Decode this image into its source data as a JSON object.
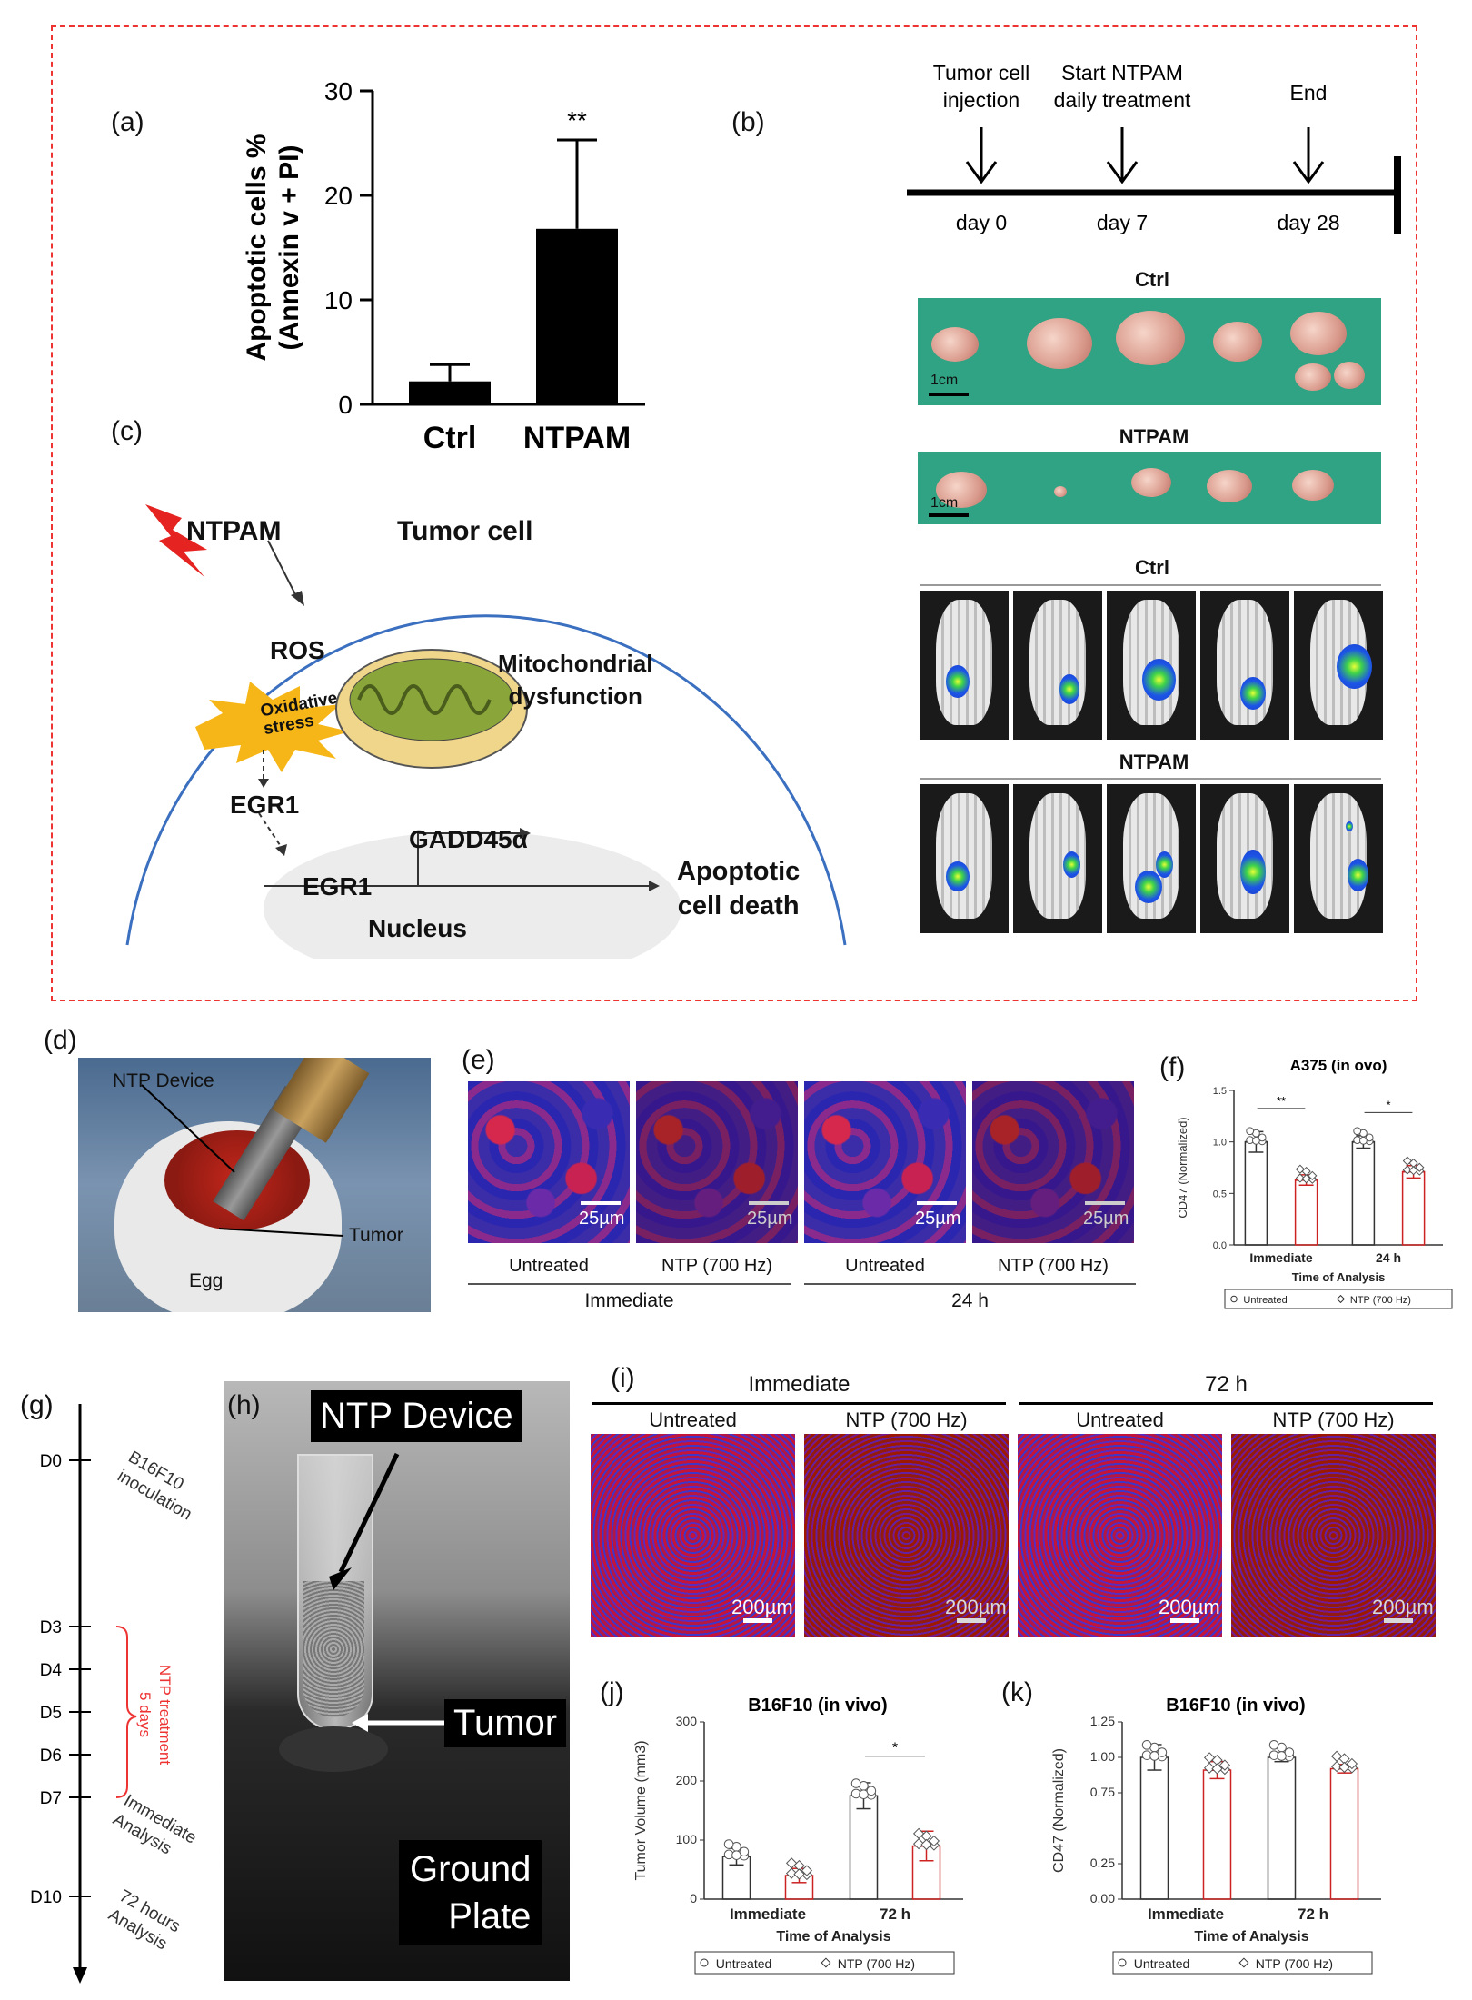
{
  "panels": {
    "a": "(a)",
    "b": "(b)",
    "c": "(c)",
    "d": "(d)",
    "e": "(e)",
    "f": "(f)",
    "g": "(g)",
    "h": "(h)",
    "i": "(i)",
    "j": "(j)",
    "k": "(k)"
  },
  "chart_data": [
    {
      "id": "a",
      "type": "bar",
      "categories": [
        "Ctrl",
        "NTPAM"
      ],
      "values": [
        2.2,
        16.8
      ],
      "errors": [
        1.6,
        8.5
      ],
      "ylabel": "Apoptotic cells %\n(Annexin v + PI)",
      "ylim": [
        0,
        30
      ],
      "yticks": [
        "0",
        "10",
        "20",
        "30"
      ],
      "annotations": [
        "**"
      ],
      "colors": [
        "#000000"
      ]
    },
    {
      "id": "f",
      "type": "bar",
      "title": "A375 (in ovo)",
      "categories": [
        "Immediate",
        "24 h"
      ],
      "series": [
        {
          "name": "Untreated",
          "values": [
            1.0,
            1.0
          ],
          "errors": [
            0.1,
            0.06
          ]
        },
        {
          "name": "NTP (700 Hz)",
          "values": [
            0.63,
            0.71
          ],
          "errors": [
            0.05,
            0.06
          ]
        }
      ],
      "ylabel": "CD47 (Normalized)",
      "xlabel": "Time of Analysis",
      "ylim": [
        0,
        1.5
      ],
      "yticks": [
        "0.0",
        "0.5",
        "1.0",
        "1.5"
      ],
      "annotations": [
        "**",
        "*"
      ]
    },
    {
      "id": "j",
      "type": "bar",
      "title": "B16F10 (in vivo)",
      "categories": [
        "Immediate",
        "72 h"
      ],
      "series": [
        {
          "name": "Untreated",
          "values": [
            72,
            175
          ],
          "errors": [
            14,
            22
          ]
        },
        {
          "name": "NTP (700 Hz)",
          "values": [
            40,
            90
          ],
          "errors": [
            12,
            25
          ]
        }
      ],
      "ylabel": "Tumor Volume (mm3)",
      "xlabel": "Time of Analysis",
      "ylim": [
        0,
        300
      ],
      "yticks": [
        "0",
        "100",
        "200",
        "300"
      ],
      "annotations": [
        "*"
      ]
    },
    {
      "id": "k",
      "type": "bar",
      "title": "B16F10 (in vivo)",
      "categories": [
        "Immediate",
        "72 h"
      ],
      "series": [
        {
          "name": "Untreated",
          "values": [
            1.0,
            1.0
          ],
          "errors": [
            0.09,
            0.03
          ]
        },
        {
          "name": "NTP (700 Hz)",
          "values": [
            0.91,
            0.92
          ],
          "errors": [
            0.06,
            0.03
          ]
        }
      ],
      "ylabel": "CD47 (Normalized)",
      "xlabel": "Time of Analysis",
      "ylim": [
        0,
        1.25
      ],
      "yticks": [
        "0.00",
        "0.25",
        "0.75",
        "1.00",
        "1.25"
      ]
    }
  ],
  "timeline_b": {
    "labels": [
      "Tumor cell\ninjection",
      "Start NTPAM\ndaily treatment",
      "End"
    ],
    "days": [
      "day 0",
      "day 7",
      "day 28"
    ]
  },
  "photos_b": {
    "ctrl": "Ctrl",
    "ntpam": "NTPAM",
    "scale": "1cm"
  },
  "diagram_c": {
    "ntpam": "NTPAM",
    "tumor_cell": "Tumor cell",
    "ros": "ROS",
    "oxidative": "Oxidative\nstress",
    "mito": "Mitochondrial\ndysfunction",
    "egr1a": "EGR1",
    "egr1b": "EGR1",
    "gadd": "GADD45α",
    "nucleus": "Nucleus",
    "apoptotic": "Apoptotic\ncell death"
  },
  "photo_d": {
    "device": "NTP Device",
    "tumor": "Tumor",
    "egg": "Egg"
  },
  "panel_e": {
    "scale": "25µm",
    "cols": [
      "Untreated",
      "NTP (700 Hz)",
      "Untreated",
      "NTP (700 Hz)"
    ],
    "groups": [
      "Immediate",
      "24 h"
    ]
  },
  "timeline_g": {
    "days": [
      "D0",
      "D3",
      "D4",
      "D5",
      "D6",
      "D7",
      "D10"
    ],
    "events": [
      "B16F10\ninoculation",
      "Immediate\nAnalysis",
      "72 hours\nAnalysis"
    ],
    "treatment": "NTP treatment\n5 days"
  },
  "photo_h": {
    "device": "NTP Device",
    "tumor": "Tumor",
    "plate": "Ground\nPlate"
  },
  "panel_i": {
    "groups": [
      "Immediate",
      "72 h"
    ],
    "cols": [
      "Untreated",
      "NTP (700 Hz)",
      "Untreated",
      "NTP (700 Hz)"
    ],
    "scale": "200µm"
  }
}
